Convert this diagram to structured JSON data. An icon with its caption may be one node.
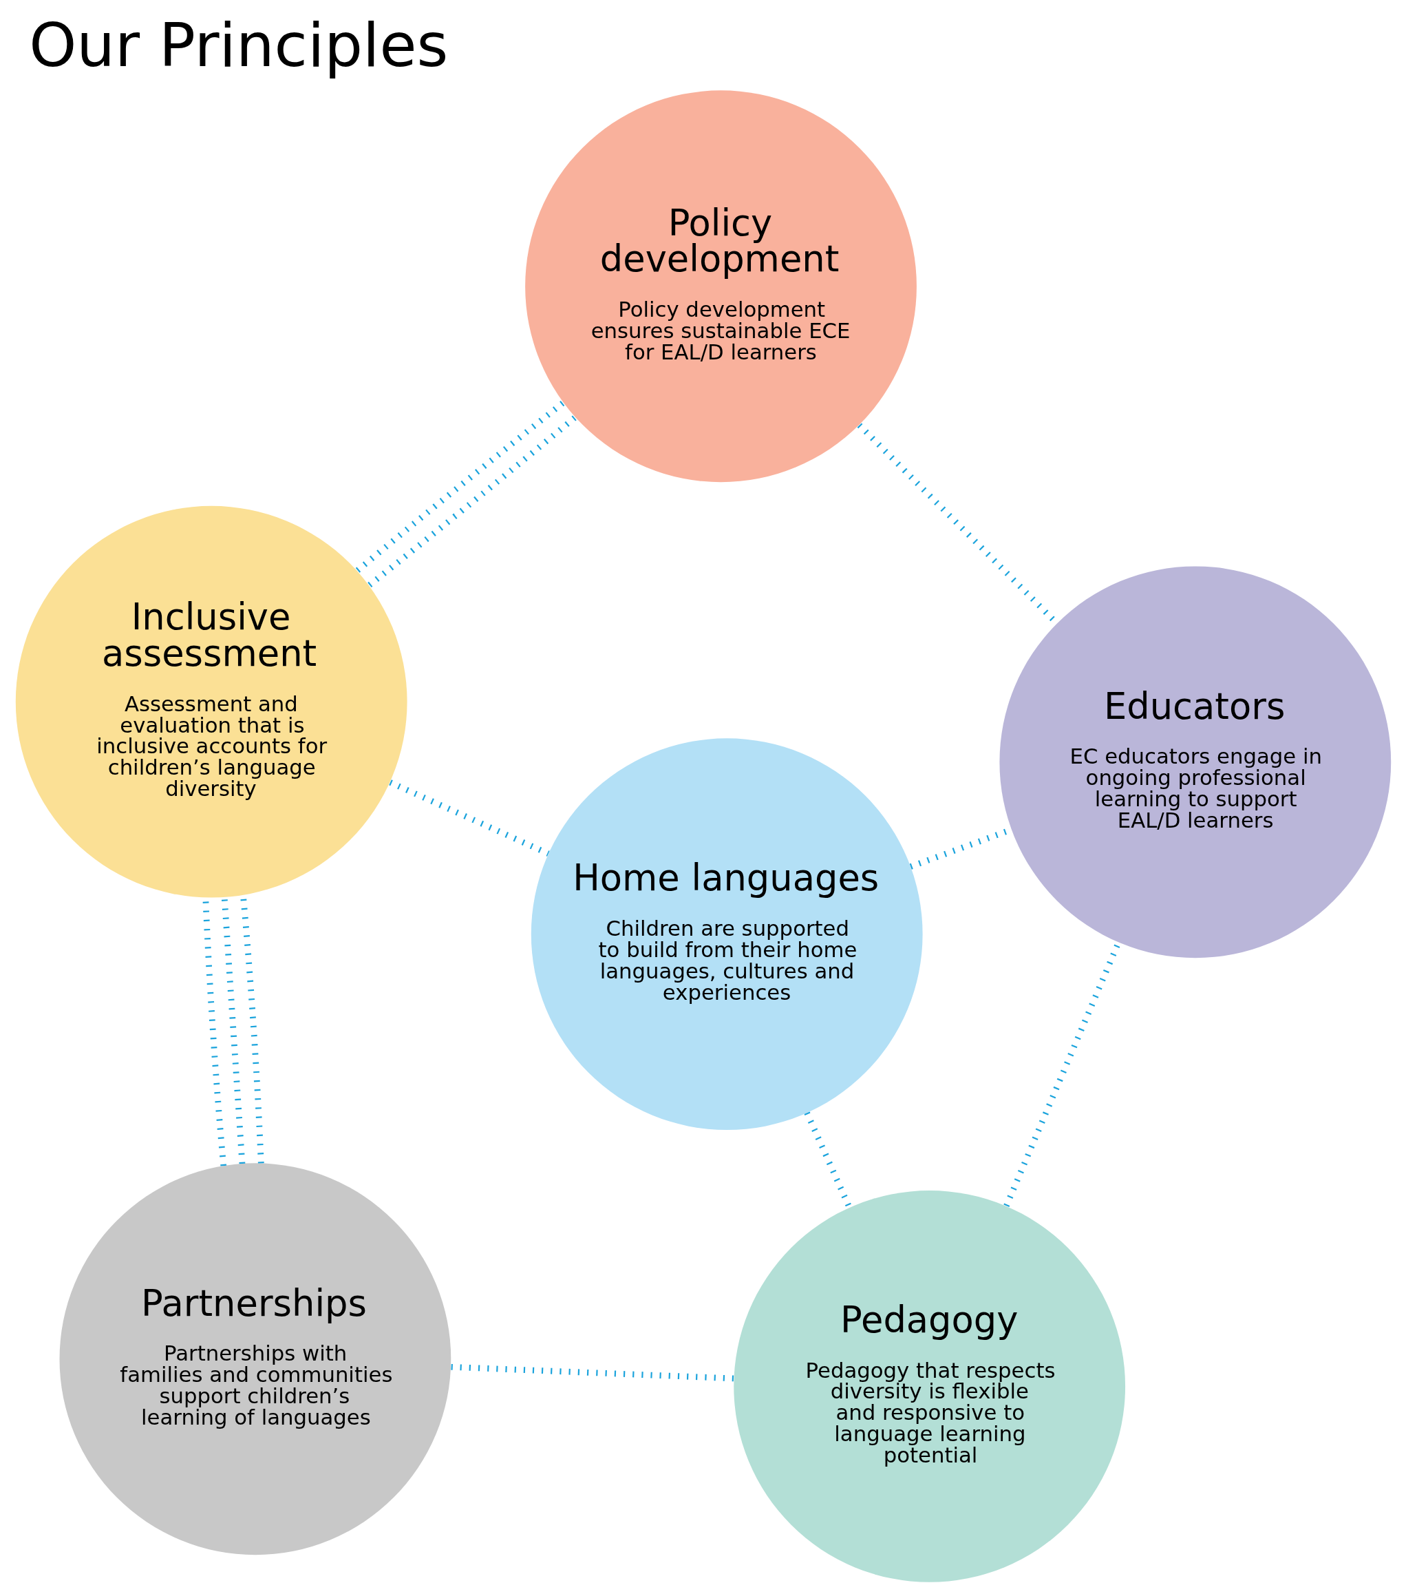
{
  "diagram": {
    "title": "Our Principles",
    "nodes": [
      {
        "text": [
          "Partnerships",
          "Partnerships with families and communities support children’s learning of languages"
        ]
      },
      {
        "text": [
          "Pedagogy",
          "Pedagogy that respects diversity is flexible and responsive to language learning potential"
        ]
      },
      {
        "text": [
          "Home languages",
          "Children are supported to build from their home languages, cultures and experiences"
        ]
      },
      {
        "text": [
          "Inclusive assessment",
          "Assessment and evaluation that is inclusive accounts for children’s language diversity"
        ]
      },
      {
        "text": [
          "Educators",
          "EC educators engage in ongoing professional learning to support EAL/D learners"
        ]
      },
      {
        "text": [
          "Policy development",
          "Policy development ensures sustainable ECE for EAL/D learners"
        ]
      }
    ],
    "edges": [
      {
        "from": 0,
        "to": 1,
        "arrow": "none"
      },
      {
        "from": 2,
        "to": 1,
        "arrow": "none"
      },
      {
        "from": 2,
        "to": 4,
        "arrow": "none"
      },
      {
        "from": 1,
        "to": 4,
        "arrow": "none"
      },
      {
        "from": 0,
        "to": 3,
        "arrow": "none"
      },
      {
        "from": 0,
        "to": 3,
        "arrow": "none"
      },
      {
        "from": 0,
        "to": 3,
        "arrow": "none"
      },
      {
        "from": 3,
        "to": 2,
        "arrow": "none"
      },
      {
        "from": 3,
        "to": 5,
        "arrow": "none"
      },
      {
        "from": 3,
        "to": 5,
        "arrow": "none"
      },
      {
        "from": 5,
        "to": 4,
        "arrow": "none"
      }
    ]
  }
}
